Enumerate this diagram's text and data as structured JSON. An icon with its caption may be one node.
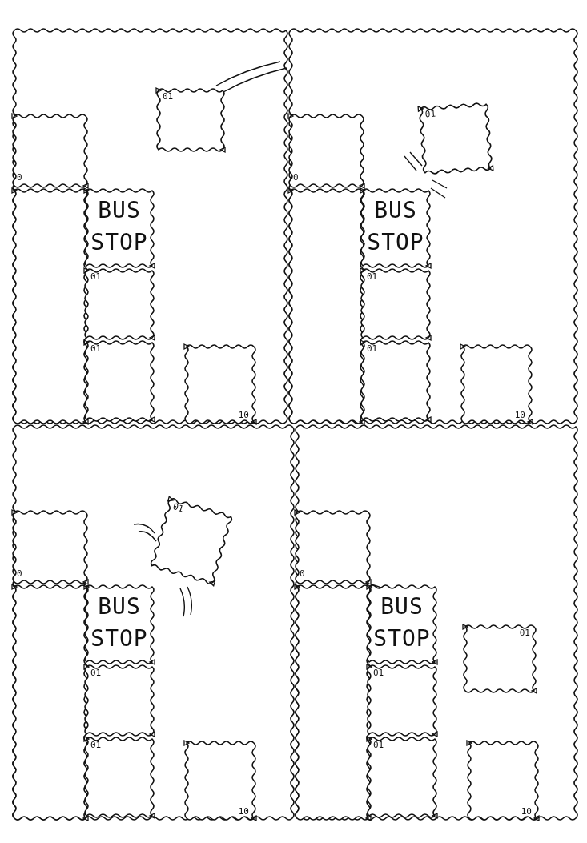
{
  "diagram": {
    "nodes": [
      {
        "text": [],
        "shape": "box"
      },
      {
        "text": [
          "01"
        ],
        "in": 0
      },
      {
        "text": [
          "0"
        ],
        "in": 0
      },
      {
        "text": [],
        "shape": "box",
        "in": 0
      },
      {
        "text": [
          "BUS STOP"
        ],
        "in": 0
      },
      {
        "text": [
          "01"
        ],
        "in": 0
      },
      {
        "text": [
          "01"
        ],
        "in": 0
      },
      {
        "text": [
          "10"
        ],
        "in": 0
      },
      {
        "text": [],
        "shape": "box"
      },
      {
        "text": [
          "01"
        ],
        "in": 8
      },
      {
        "text": [
          "0"
        ],
        "in": 8
      },
      {
        "text": [],
        "shape": "box",
        "in": 8
      },
      {
        "text": [
          "BUS STOP"
        ],
        "in": 8
      },
      {
        "text": [
          "01"
        ],
        "in": 8
      },
      {
        "text": [
          "01"
        ],
        "in": 8
      },
      {
        "text": [
          "10"
        ],
        "in": 8
      },
      {
        "text": [],
        "shape": "box"
      },
      {
        "text": [
          "01"
        ],
        "in": 16
      },
      {
        "text": [
          "0"
        ],
        "in": 16
      },
      {
        "text": [],
        "shape": "box",
        "in": 16
      },
      {
        "text": [
          "BUS STOP"
        ],
        "in": 16
      },
      {
        "text": [
          "01"
        ],
        "in": 16
      },
      {
        "text": [
          "01"
        ],
        "in": 16
      },
      {
        "text": [
          "10"
        ],
        "in": 16
      },
      {
        "text": [],
        "shape": "box"
      },
      {
        "text": [
          "01"
        ],
        "in": 24
      },
      {
        "text": [
          "0"
        ],
        "in": 24
      },
      {
        "text": [],
        "shape": "box",
        "in": 24
      },
      {
        "text": [
          "BUS STOP"
        ],
        "in": 24
      },
      {
        "text": [
          "01"
        ],
        "in": 24
      },
      {
        "text": [
          "01"
        ],
        "in": 24
      },
      {
        "text": [
          "10"
        ],
        "in": 24
      }
    ]
  }
}
